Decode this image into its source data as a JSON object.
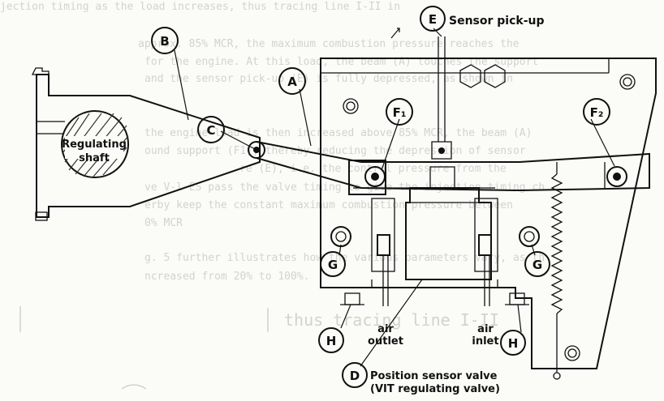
{
  "background_text": [
    "jection timing as the load increases, thus tracing line I-II in",
    "approx. 85% MCR, the maximum combustion pressure reaches the",
    "for the engine. At this load, the beam (A) touches the support",
    "and the sensor pick-up (E) is fully depressed, as shown in",
    "the engine load is then increased above 85% MCR, the beam (A)",
    "ound support (F1), thereby reducing the depression of sensor",
    "re (E), i.e. the control pressure from the",
    "ve V-l-ES pass the valve timing to give the injection timing ch",
    "erby keep the constant maximum combustion pressure between",
    "0% MCR",
    "g. 5 further illustrates how the various parameters vary, as th",
    "ncreased from 20% to 100%.",
    "thus tracing line I-II"
  ],
  "letters": {
    "A": "A",
    "B": "B",
    "C": "C",
    "D": "D",
    "E": "E",
    "F1": "F₁",
    "F2": "F₂",
    "G_left": "G",
    "G_right": "G",
    "H_left": "H",
    "H_right": "H"
  },
  "labels": {
    "regulating_shaft_line1": "Regulating",
    "regulating_shaft_line2": "shaft",
    "sensor_pickup": "Sensor pick-up",
    "air_outlet_line1": "air",
    "air_outlet_line2": "outlet",
    "air_inlet_line1": "air",
    "air_inlet_line2": "inlet",
    "valve_line1": "Position sensor valve",
    "valve_line2": "(VIT regulating valve)"
  }
}
